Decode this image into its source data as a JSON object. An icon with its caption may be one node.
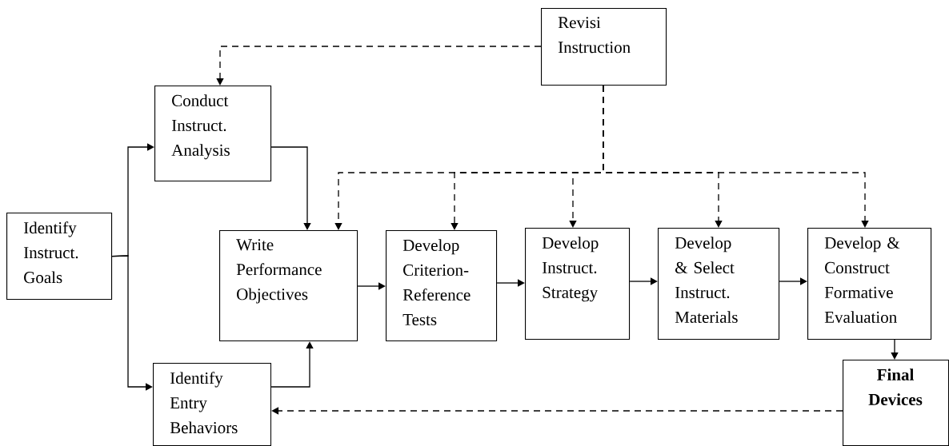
{
  "diagram": {
    "nodes": [
      {
        "text": [
          "Identify Instruct. Goals"
        ]
      },
      {
        "text": [
          "Conduct Instruct. Analysis"
        ]
      },
      {
        "text": [
          "Revisi Instruction"
        ]
      },
      {
        "text": [
          "Write Performance Objectives"
        ]
      },
      {
        "text": [
          "Develop Criterion-Reference Tests"
        ]
      },
      {
        "text": [
          "Develop Instruct. Strategy"
        ]
      },
      {
        "text": [
          "Develop & Select Instruct. Materials"
        ]
      },
      {
        "text": [
          "Develop & Construct Formative Evaluation"
        ]
      },
      {
        "text": [
          "Identify Entry Behaviors"
        ]
      },
      {
        "text": [
          "Final Devices"
        ]
      }
    ],
    "edges": [
      {
        "from": 0,
        "to": 1,
        "arrow": "to"
      },
      {
        "from": 0,
        "to": 8,
        "arrow": "to"
      },
      {
        "from": 1,
        "to": 3,
        "arrow": "to"
      },
      {
        "from": 8,
        "to": 3,
        "arrow": "to"
      },
      {
        "from": 3,
        "to": 4,
        "arrow": "to"
      },
      {
        "from": 4,
        "to": 5,
        "arrow": "to"
      },
      {
        "from": 5,
        "to": 6,
        "arrow": "to"
      },
      {
        "from": 6,
        "to": 7,
        "arrow": "to"
      },
      {
        "from": 7,
        "to": 9,
        "arrow": "to"
      },
      {
        "from": 9,
        "to": 8,
        "arrow": "to",
        "style": "dashed"
      },
      {
        "from": 2,
        "to": 1,
        "arrow": "to",
        "style": "dashed"
      },
      {
        "from": 2,
        "to": 3,
        "arrow": "to",
        "style": "dashed"
      },
      {
        "from": 2,
        "to": 4,
        "arrow": "to",
        "style": "dashed"
      },
      {
        "from": 2,
        "to": 5,
        "arrow": "to",
        "style": "dashed"
      },
      {
        "from": 2,
        "to": 6,
        "arrow": "to",
        "style": "dashed"
      },
      {
        "from": 2,
        "to": 7,
        "arrow": "to",
        "style": "dashed"
      }
    ]
  }
}
